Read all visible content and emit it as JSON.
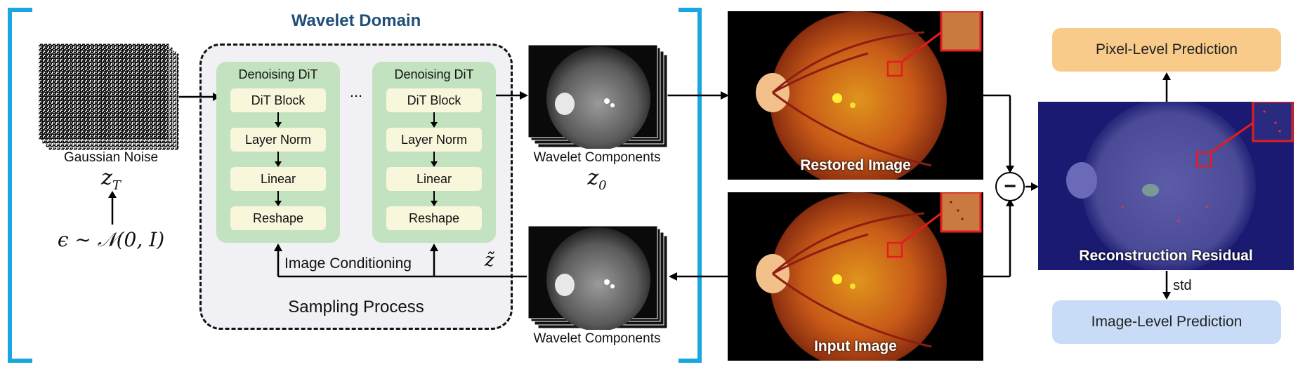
{
  "wavelet_domain_title": "Wavelet Domain",
  "gaussian_noise_label": "Gaussian Noise",
  "z_t_symbol": "z",
  "z_t_sub": "T",
  "epsilon_formula": "ϵ ∼ 𝒩(0, I)",
  "dit_title": "Denoising DiT",
  "dit_blocks": [
    "DiT Block",
    "Layer Norm",
    "Linear",
    "Reshape"
  ],
  "ellipsis": "...",
  "image_conditioning_label": "Image Conditioning",
  "z_tilde_symbol": "z̃",
  "sampling_process_label": "Sampling Process",
  "wavelet_components_label": "Wavelet Components",
  "z0_symbol": "z",
  "z0_sub": "0",
  "restored_image_label": "Restored Image",
  "input_image_label": "Input Image",
  "minus_symbol": "−",
  "pixel_level_prediction": "Pixel-Level Prediction",
  "reconstruction_residual_label": "Reconstruction Residual",
  "std_label": "std",
  "image_level_prediction": "Image-Level Prediction",
  "colors": {
    "bracket": "#1aa6e0",
    "title": "#1f4e79",
    "dit_bg": "#c3e2bf",
    "block_bg": "#f8f7dc",
    "pixel_pred_bg": "#f8cb8a",
    "image_pred_bg": "#c9dcf7",
    "residual_bg": "#1a1a72",
    "zoom_box": "#e31d1d"
  }
}
